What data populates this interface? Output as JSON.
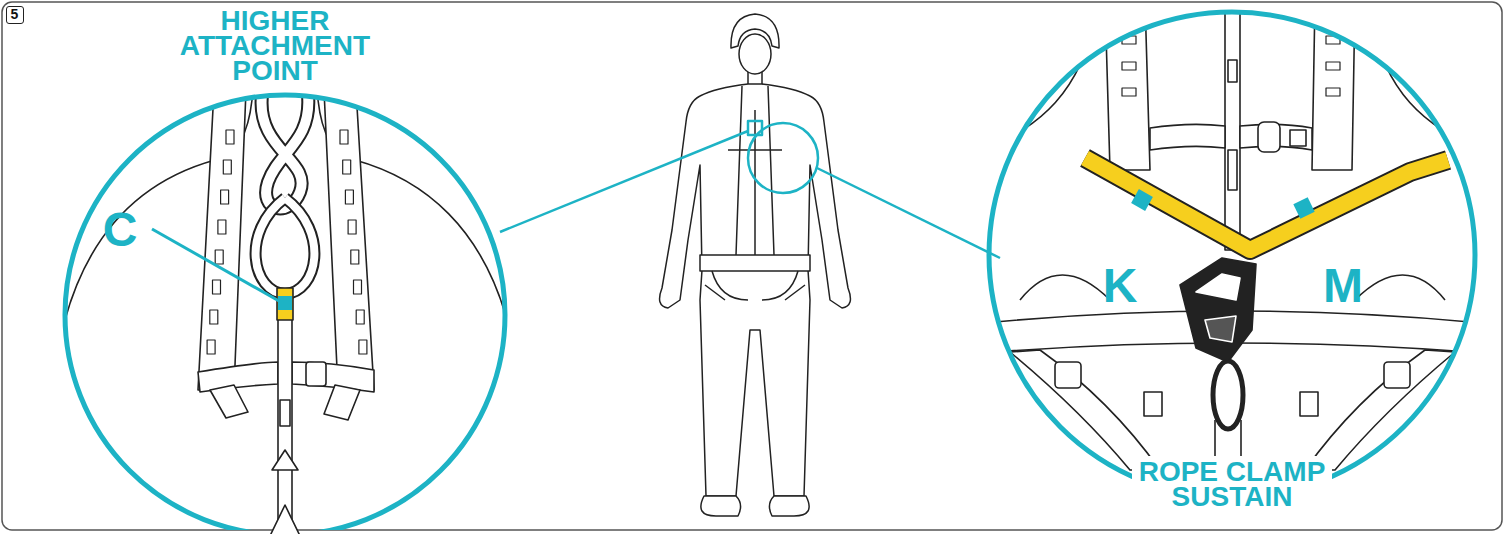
{
  "diagram": {
    "nodes": [
      {
        "text": [
          "5"
        ]
      },
      {
        "text": [
          "HIGHER ATTACHMENT POINT",
          "C"
        ]
      },
      {
        "text": [
          "ROPE CLAMP SUSTAIN",
          "K",
          "M"
        ]
      }
    ]
  }
}
